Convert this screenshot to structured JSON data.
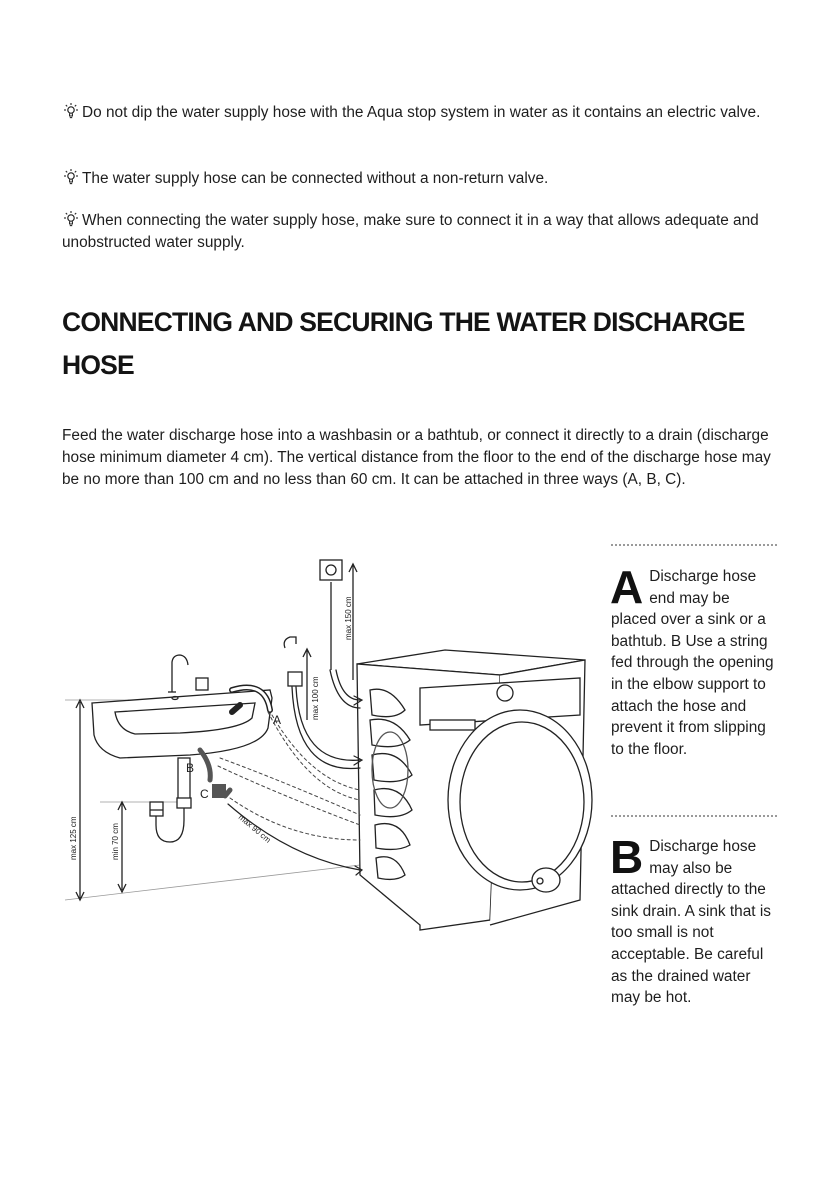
{
  "tips": [
    {
      "icon": "lightbulb-icon",
      "text": "Do not dip the water supply hose with the Aqua stop system in water as it contains an electric valve."
    },
    {
      "icon": "lightbulb-icon",
      "text": "The water supply hose can be connected without a non-return valve."
    },
    {
      "icon": "lightbulb-icon",
      "text": "When connecting the water supply hose, make sure to connect it in a way that allows adequate and unobstructed water supply."
    }
  ],
  "heading": "CONNECTING AND SECURING THE WATER DISCHARGE HOSE",
  "intro": "Feed the water discharge hose into a washbasin or a bathtub, or connect it directly to a drain (discharge hose minimum diameter 4 cm). The vertical distance from the floor to the end of the discharge hose may be no more than 100 cm and no less than 60 cm. It can be attached in three ways (A, B, C).",
  "diagram": {
    "labels": {
      "a": "A",
      "b": "B",
      "c": "C"
    },
    "measures": {
      "max150": "max 150 cm",
      "max100": "max 100 cm",
      "max125": "max 125 cm",
      "min70": "min 70 cm",
      "max90": "max 90 cm"
    }
  },
  "notes": [
    {
      "letter": "A",
      "text": "Discharge hose end may be placed over a sink or a bathtub. B Use a string fed through the opening in the elbow support to attach the hose and prevent it from slipping to the floor."
    },
    {
      "letter": "B",
      "text": "Discharge hose may also be attached directly to the sink drain. A sink that is too small is not acceptable. Be careful as the drained water may be hot."
    }
  ]
}
